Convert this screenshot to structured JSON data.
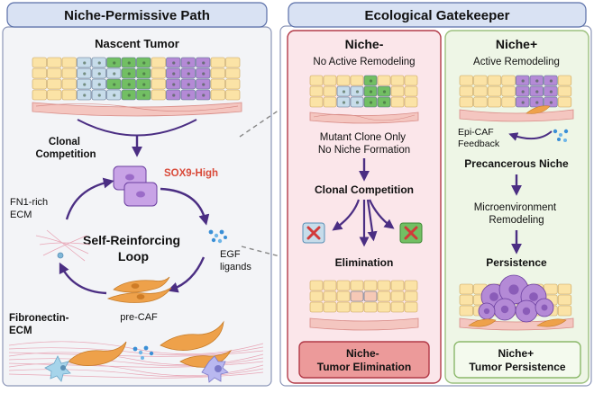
{
  "left": {
    "header": "Niche-Permissive Path",
    "nascent_title": "Nascent Tumor",
    "clonal_competition": [
      "Clonal",
      "Competition"
    ],
    "sox9": "SOX9-High",
    "loop": [
      "Self-Reinforcing",
      "Loop"
    ],
    "fn1": [
      "FN1-rich",
      "ECM"
    ],
    "egf": [
      "EGF",
      "ligands"
    ],
    "precaf": "pre-CAF",
    "fibronectin": [
      "Fibronectin-",
      "ECM"
    ]
  },
  "right": {
    "header": "Ecological Gatekeeper",
    "neg": {
      "title": "Niche-",
      "subtitle": "No Active Remodeling",
      "mutant": [
        "Mutant Clone Only",
        "No Niche Formation"
      ],
      "competition": "Clonal Competition",
      "elimination": "Elimination",
      "result": [
        "Niche-",
        "Tumor Elimination"
      ]
    },
    "pos": {
      "title": "Niche+",
      "subtitle": "Active Remodeling",
      "epicaf": [
        "Epi-CAF",
        "Feedback"
      ],
      "precancer": "Precancerous Niche",
      "micro": [
        "Microenvironment",
        "Remodeling"
      ],
      "persistence": "Persistence",
      "result": [
        "Niche+",
        "Tumor Persistence"
      ]
    }
  },
  "colors": {
    "header_fill": "#d9e2f3",
    "header_stroke": "#5a6fa8",
    "left_panel": "#f3f4f7",
    "neg_panel": "#fbe6ea",
    "neg_stroke": "#b23a48",
    "pos_panel": "#eef6e6",
    "pos_stroke": "#9cc07e",
    "arrow": "#4b2e83",
    "epi_yellow": "#fbe3a6",
    "clone_blue": "#c7dcea",
    "clone_green": "#72bf63",
    "clone_purple": "#b48ad6",
    "stroma_pink": "#f1b4b4",
    "caf_orange": "#eea14a",
    "sox9_red": "#d94a3a"
  }
}
